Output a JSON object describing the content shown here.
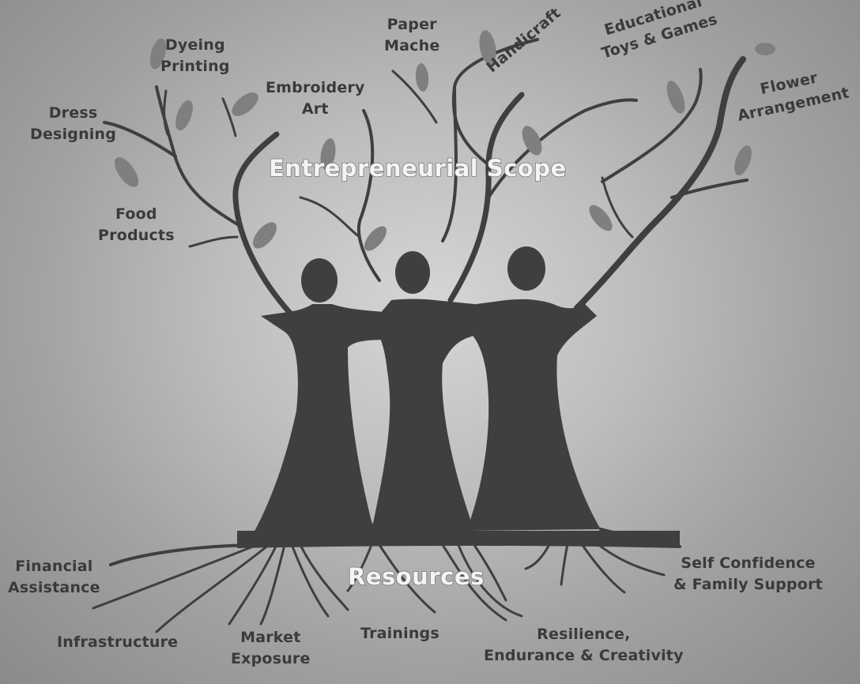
{
  "diagram": {
    "title": "Entrepreneurial Scope",
    "roots_title": "Resources",
    "branches": [
      {
        "id": "dyeing",
        "lines": [
          "Dyeing",
          "Printing"
        ]
      },
      {
        "id": "paper",
        "lines": [
          "Paper",
          "Mache"
        ]
      },
      {
        "id": "handicraft",
        "lines": [
          "Handicraft"
        ]
      },
      {
        "id": "toys",
        "lines": [
          "Educational",
          "Toys & Games"
        ]
      },
      {
        "id": "dress",
        "lines": [
          "Dress",
          "Designing"
        ]
      },
      {
        "id": "embroidery",
        "lines": [
          "Embroidery",
          "Art"
        ]
      },
      {
        "id": "flower",
        "lines": [
          "Flower",
          "Arrangement"
        ]
      },
      {
        "id": "food",
        "lines": [
          "Food",
          "Products"
        ]
      }
    ],
    "roots": [
      {
        "id": "financial",
        "lines": [
          "Financial",
          "Assistance"
        ]
      },
      {
        "id": "infrastructure",
        "lines": [
          "Infrastructure"
        ]
      },
      {
        "id": "market",
        "lines": [
          "Market",
          "Exposure"
        ]
      },
      {
        "id": "trainings",
        "lines": [
          "Trainings"
        ]
      },
      {
        "id": "resilience",
        "lines": [
          "Resilience,",
          "Endurance & Creativity"
        ]
      },
      {
        "id": "confidence",
        "lines": [
          "Self Confidence",
          "& Family Support"
        ]
      }
    ],
    "colors": {
      "tree": "#3f3f3f",
      "leaf": "#7d7d7d",
      "label": "#3a3a3a",
      "background": "#bdbdbd"
    }
  }
}
